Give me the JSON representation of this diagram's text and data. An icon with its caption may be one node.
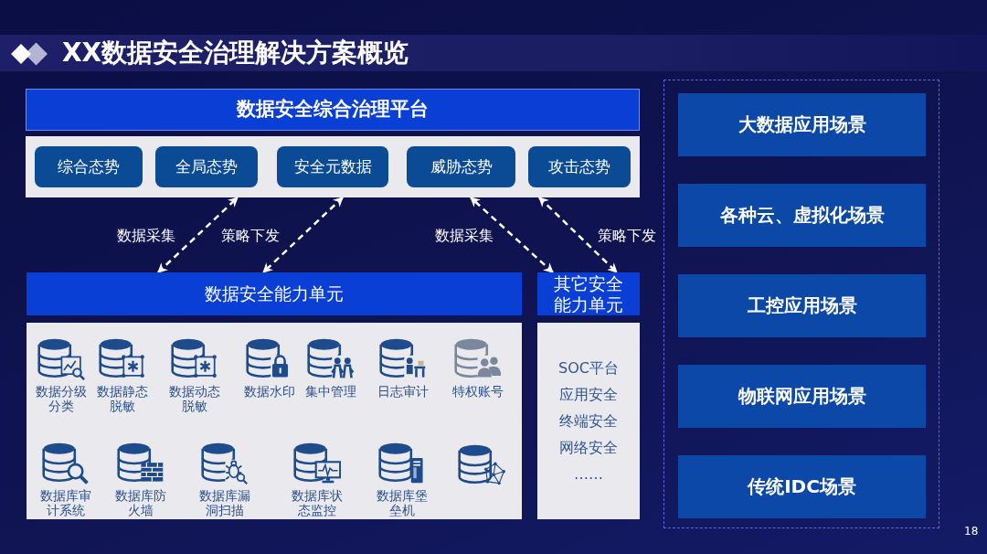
{
  "diagram": {
    "title": "XX数据安全治理解决方案概览",
    "nodes": [
      {
        "text": [
          "数据安全综合治理平台"
        ]
      },
      {
        "text": [
          "综合态势"
        ],
        "in": 0
      },
      {
        "text": [
          "全局态势"
        ],
        "in": 0
      },
      {
        "text": [
          "安全元数据"
        ],
        "in": 0
      },
      {
        "text": [
          "威胁态势"
        ],
        "in": 0
      },
      {
        "text": [
          "攻击态势"
        ],
        "in": 0
      },
      {
        "text": [
          "数据安全能力单元"
        ]
      },
      {
        "text": [
          "数据分级分类"
        ],
        "in": 6
      },
      {
        "text": [
          "数据静态脱敏"
        ],
        "in": 6
      },
      {
        "text": [
          "数据动态脱敏"
        ],
        "in": 6
      },
      {
        "text": [
          "数据水印"
        ],
        "in": 6
      },
      {
        "text": [
          "集中管理"
        ],
        "in": 6
      },
      {
        "text": [
          "日志审计"
        ],
        "in": 6
      },
      {
        "text": [
          "特权账号"
        ],
        "in": 6
      },
      {
        "text": [
          "数据库审计系统"
        ],
        "in": 6
      },
      {
        "text": [
          "数据库防火墙"
        ],
        "in": 6
      },
      {
        "text": [
          "数据库漏洞扫描"
        ],
        "in": 6
      },
      {
        "text": [
          "数据库状态监控"
        ],
        "in": 6
      },
      {
        "text": [
          "数据库堡垒机"
        ],
        "in": 6
      },
      {
        "text": [],
        "shape": "picture",
        "in": 6
      },
      {
        "text": [
          "其它安全能力单元",
          "SOC平台",
          "应用安全",
          "终端安全",
          "网络安全",
          "……"
        ]
      },
      {
        "text": [],
        "shape": "box"
      },
      {
        "text": [
          "大数据应用场景"
        ],
        "in": 21
      },
      {
        "text": [
          "各种云、虚拟化场景"
        ],
        "in": 21
      },
      {
        "text": [
          "工控应用场景"
        ],
        "in": 21
      },
      {
        "text": [
          "物联网应用场景"
        ],
        "in": 21
      },
      {
        "text": [
          "传统IDC场景"
        ],
        "in": 21
      }
    ],
    "edges": [
      {
        "from": 6,
        "to": 0,
        "arrow": "both",
        "label": "数据采集",
        "style": "dashed"
      },
      {
        "from": 0,
        "to": 6,
        "arrow": "both",
        "label": "策略下发",
        "style": "dashed"
      },
      {
        "from": 20,
        "to": 0,
        "arrow": "both",
        "label": "数据采集",
        "style": "dashed"
      },
      {
        "from": 0,
        "to": 20,
        "arrow": "both",
        "label": "策略下发",
        "style": "dashed"
      }
    ],
    "labels": [
      "18"
    ]
  }
}
